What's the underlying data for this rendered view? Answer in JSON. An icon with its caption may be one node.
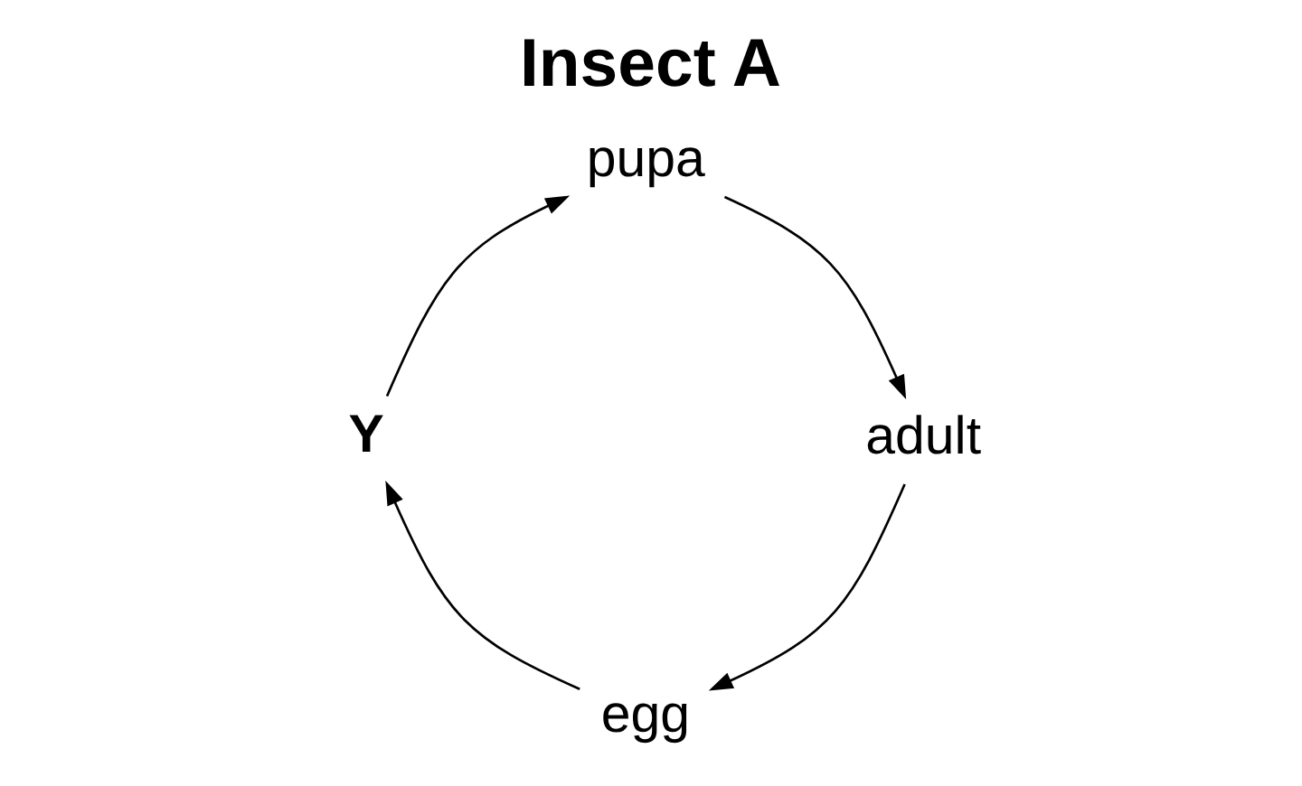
{
  "diagram": {
    "title": "Insect A",
    "nodes": [
      {
        "text": [
          "egg"
        ]
      },
      {
        "text": [
          "Y"
        ]
      },
      {
        "text": [
          "pupa"
        ]
      },
      {
        "text": [
          "adult"
        ]
      }
    ],
    "edges": [
      {
        "from": 3,
        "to": 0,
        "arrow": "to"
      },
      {
        "from": 0,
        "to": 1,
        "arrow": "to"
      },
      {
        "from": 1,
        "to": 2,
        "arrow": "to"
      },
      {
        "from": 2,
        "to": 3,
        "arrow": "to"
      }
    ]
  }
}
